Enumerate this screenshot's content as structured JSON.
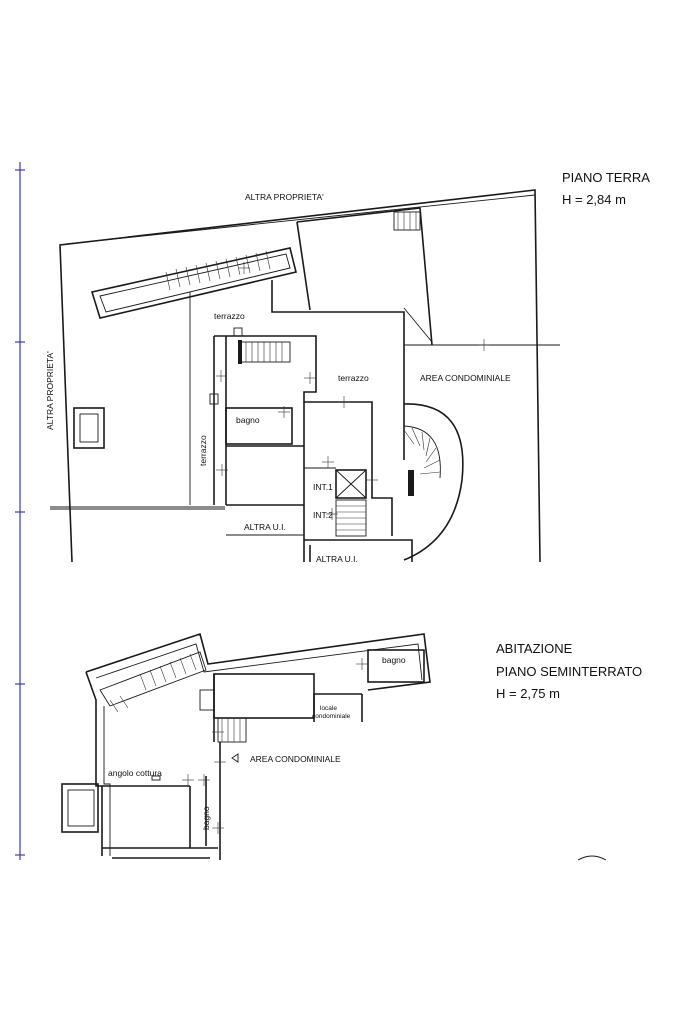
{
  "ground_floor": {
    "title": "PIANO TERRA",
    "height": "H = 2,84 m",
    "labels": {
      "top_neighbor": "ALTRA PROPRIETA'",
      "left_neighbor": "ALTRA PROPRIETA'",
      "terrace_top": "terrazzo",
      "terrace_center": "terrazzo",
      "terrace_left": "terrazzo",
      "bathroom": "bagno",
      "common_area": "AREA CONDOMINIALE",
      "unit_1": "INT.1",
      "unit_2": "INT.2",
      "other_unit_a": "ALTRA U.I.",
      "other_unit_b": "ALTRA U.I."
    }
  },
  "basement_floor": {
    "title_1": "ABITAZIONE",
    "title_2": "PIANO SEMINTERRATO",
    "height": "H = 2,75 m",
    "labels": {
      "bathroom_top": "bagno",
      "common_room_1": "locale",
      "common_room_2": "condominiale",
      "common_area": "AREA CONDOMINIALE",
      "kitchen": "angolo cottura",
      "bathroom_left": "bagno"
    }
  }
}
